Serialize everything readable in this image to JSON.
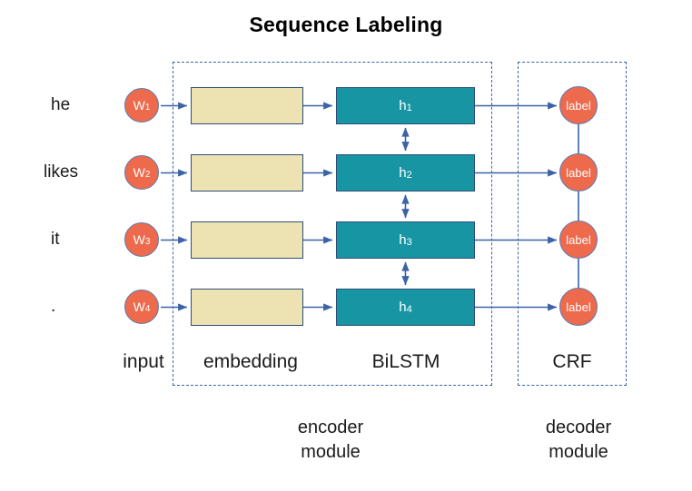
{
  "title": "Sequence Labeling",
  "colors": {
    "node_fill": "#ED6A4C",
    "node_stroke": "#5C7CB5",
    "embedding_fill": "#EDE3B2",
    "hidden_fill": "#1795A3",
    "box_stroke": "#2F4E79",
    "arrow": "#3B63A6",
    "frame_dash": "#3B63A6",
    "text": "#1a1a1a"
  },
  "rows": [
    {
      "word": "he",
      "token": "W",
      "token_sub": "1",
      "hidden": "h",
      "hidden_sub": "1",
      "label": "label"
    },
    {
      "word": "likes",
      "token": "W",
      "token_sub": "2",
      "hidden": "h",
      "hidden_sub": "2",
      "label": "label"
    },
    {
      "word": "it",
      "token": "W",
      "token_sub": "3",
      "hidden": "h",
      "hidden_sub": "3",
      "label": "label"
    },
    {
      "word": ".",
      "token": "W",
      "token_sub": "4",
      "hidden": "h",
      "hidden_sub": "4",
      "label": "label"
    }
  ],
  "columns": {
    "input": "input",
    "embedding": "embedding",
    "bilstm": "BiLSTM",
    "crf": "CRF"
  },
  "modules": {
    "encoder": "encoder\nmodule",
    "decoder": "decoder\nmodule"
  }
}
